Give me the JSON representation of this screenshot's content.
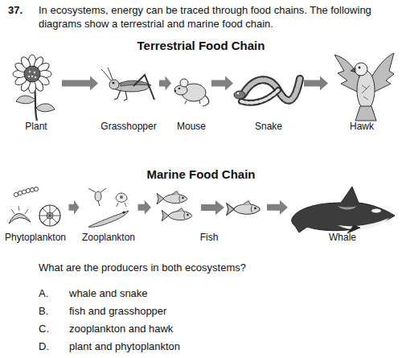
{
  "diagram": {
    "nodes": [
      {
        "text": [
          "Plant"
        ]
      },
      {
        "text": [
          "Grasshopper"
        ]
      },
      {
        "text": [
          "Mouse"
        ]
      },
      {
        "text": [
          "Snake"
        ]
      },
      {
        "text": [
          "Hawk"
        ]
      },
      {
        "text": [
          "Phytoplankton"
        ]
      },
      {
        "text": [
          "Zooplankton"
        ]
      },
      {
        "text": [
          "Fish"
        ]
      },
      {
        "text": [
          "Whale"
        ]
      }
    ],
    "edges": [
      {
        "from": 0,
        "to": 1,
        "arrow": "to"
      },
      {
        "from": 1,
        "to": 2,
        "arrow": "to"
      },
      {
        "from": 2,
        "to": 3,
        "arrow": "to"
      },
      {
        "from": 3,
        "to": 4,
        "arrow": "to"
      },
      {
        "from": 5,
        "to": 6,
        "arrow": "to"
      },
      {
        "from": 6,
        "to": 7,
        "arrow": "to"
      },
      {
        "from": 7,
        "to": 8,
        "arrow": "to"
      }
    ],
    "labels": [
      "37.",
      "In ecosystems, energy can be traced through food chains. The following diagrams show a terrestrial and marine food chain.",
      "Terrestrial Food Chain",
      "Marine Food Chain",
      "What are the producers in both ecosystems?",
      "A.",
      "whale and snake",
      "B.",
      "fish and grasshopper",
      "C.",
      "zooplankton and hawk",
      "D.",
      "plant and phytoplankton"
    ]
  }
}
